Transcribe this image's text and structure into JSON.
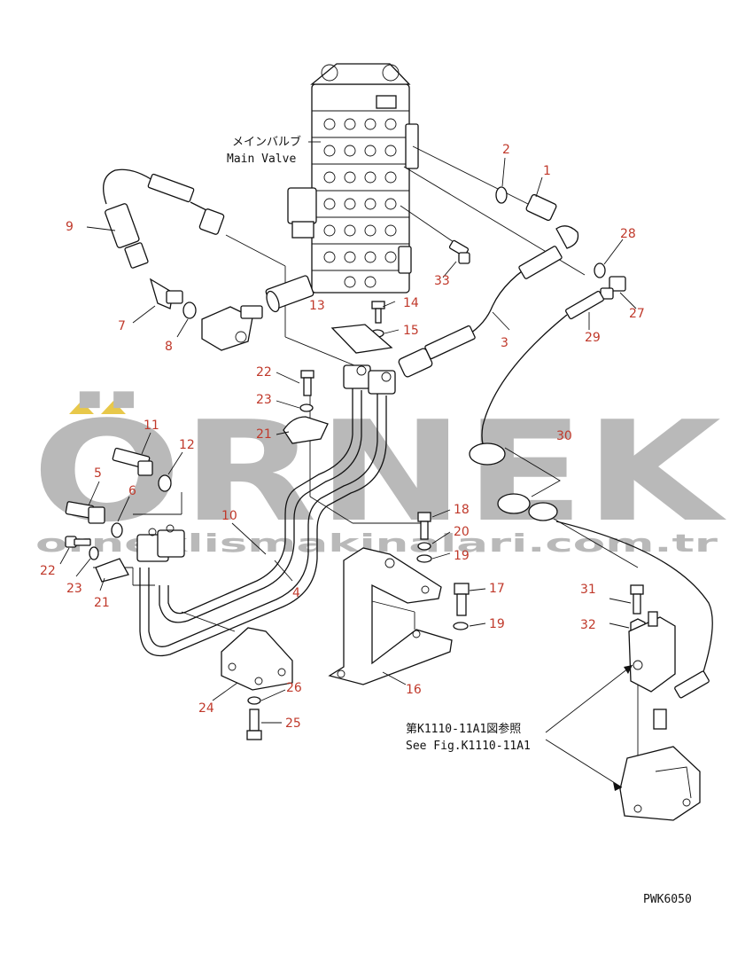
{
  "labels": {
    "main_valve_jp": "メインバルブ",
    "main_valve_en": "Main Valve",
    "see_fig_jp": "第K1110-11A1図参照",
    "see_fig_en": "See Fig.K1110-11A1",
    "drawing_code": "PWK6050"
  },
  "watermark": {
    "brand": "ÖRNEK",
    "url": "orneklismakinalari.com.tr"
  },
  "part_numbers": {
    "p1": "1",
    "p2": "2",
    "p3": "3",
    "p4": "4",
    "p5": "5",
    "p6": "6",
    "p7": "7",
    "p8": "8",
    "p9": "9",
    "p10": "10",
    "p11": "11",
    "p12": "12",
    "p13": "13",
    "p14": "14",
    "p15": "15",
    "p16": "16",
    "p17": "17",
    "p18": "18",
    "p19a": "19",
    "p19b": "19",
    "p20": "20",
    "p21a": "21",
    "p21b": "21",
    "p22a": "22",
    "p22b": "22",
    "p23a": "23",
    "p23b": "23",
    "p24": "24",
    "p25": "25",
    "p26": "26",
    "p27": "27",
    "p28": "28",
    "p29": "29",
    "p30": "30",
    "p31": "31",
    "p32": "32",
    "p33": "33"
  },
  "colors": {
    "number_color": "#c0392b",
    "line_color": "#111111",
    "watermark_color": "#b9b9b9",
    "watermark_accent": "#e8c84a"
  }
}
